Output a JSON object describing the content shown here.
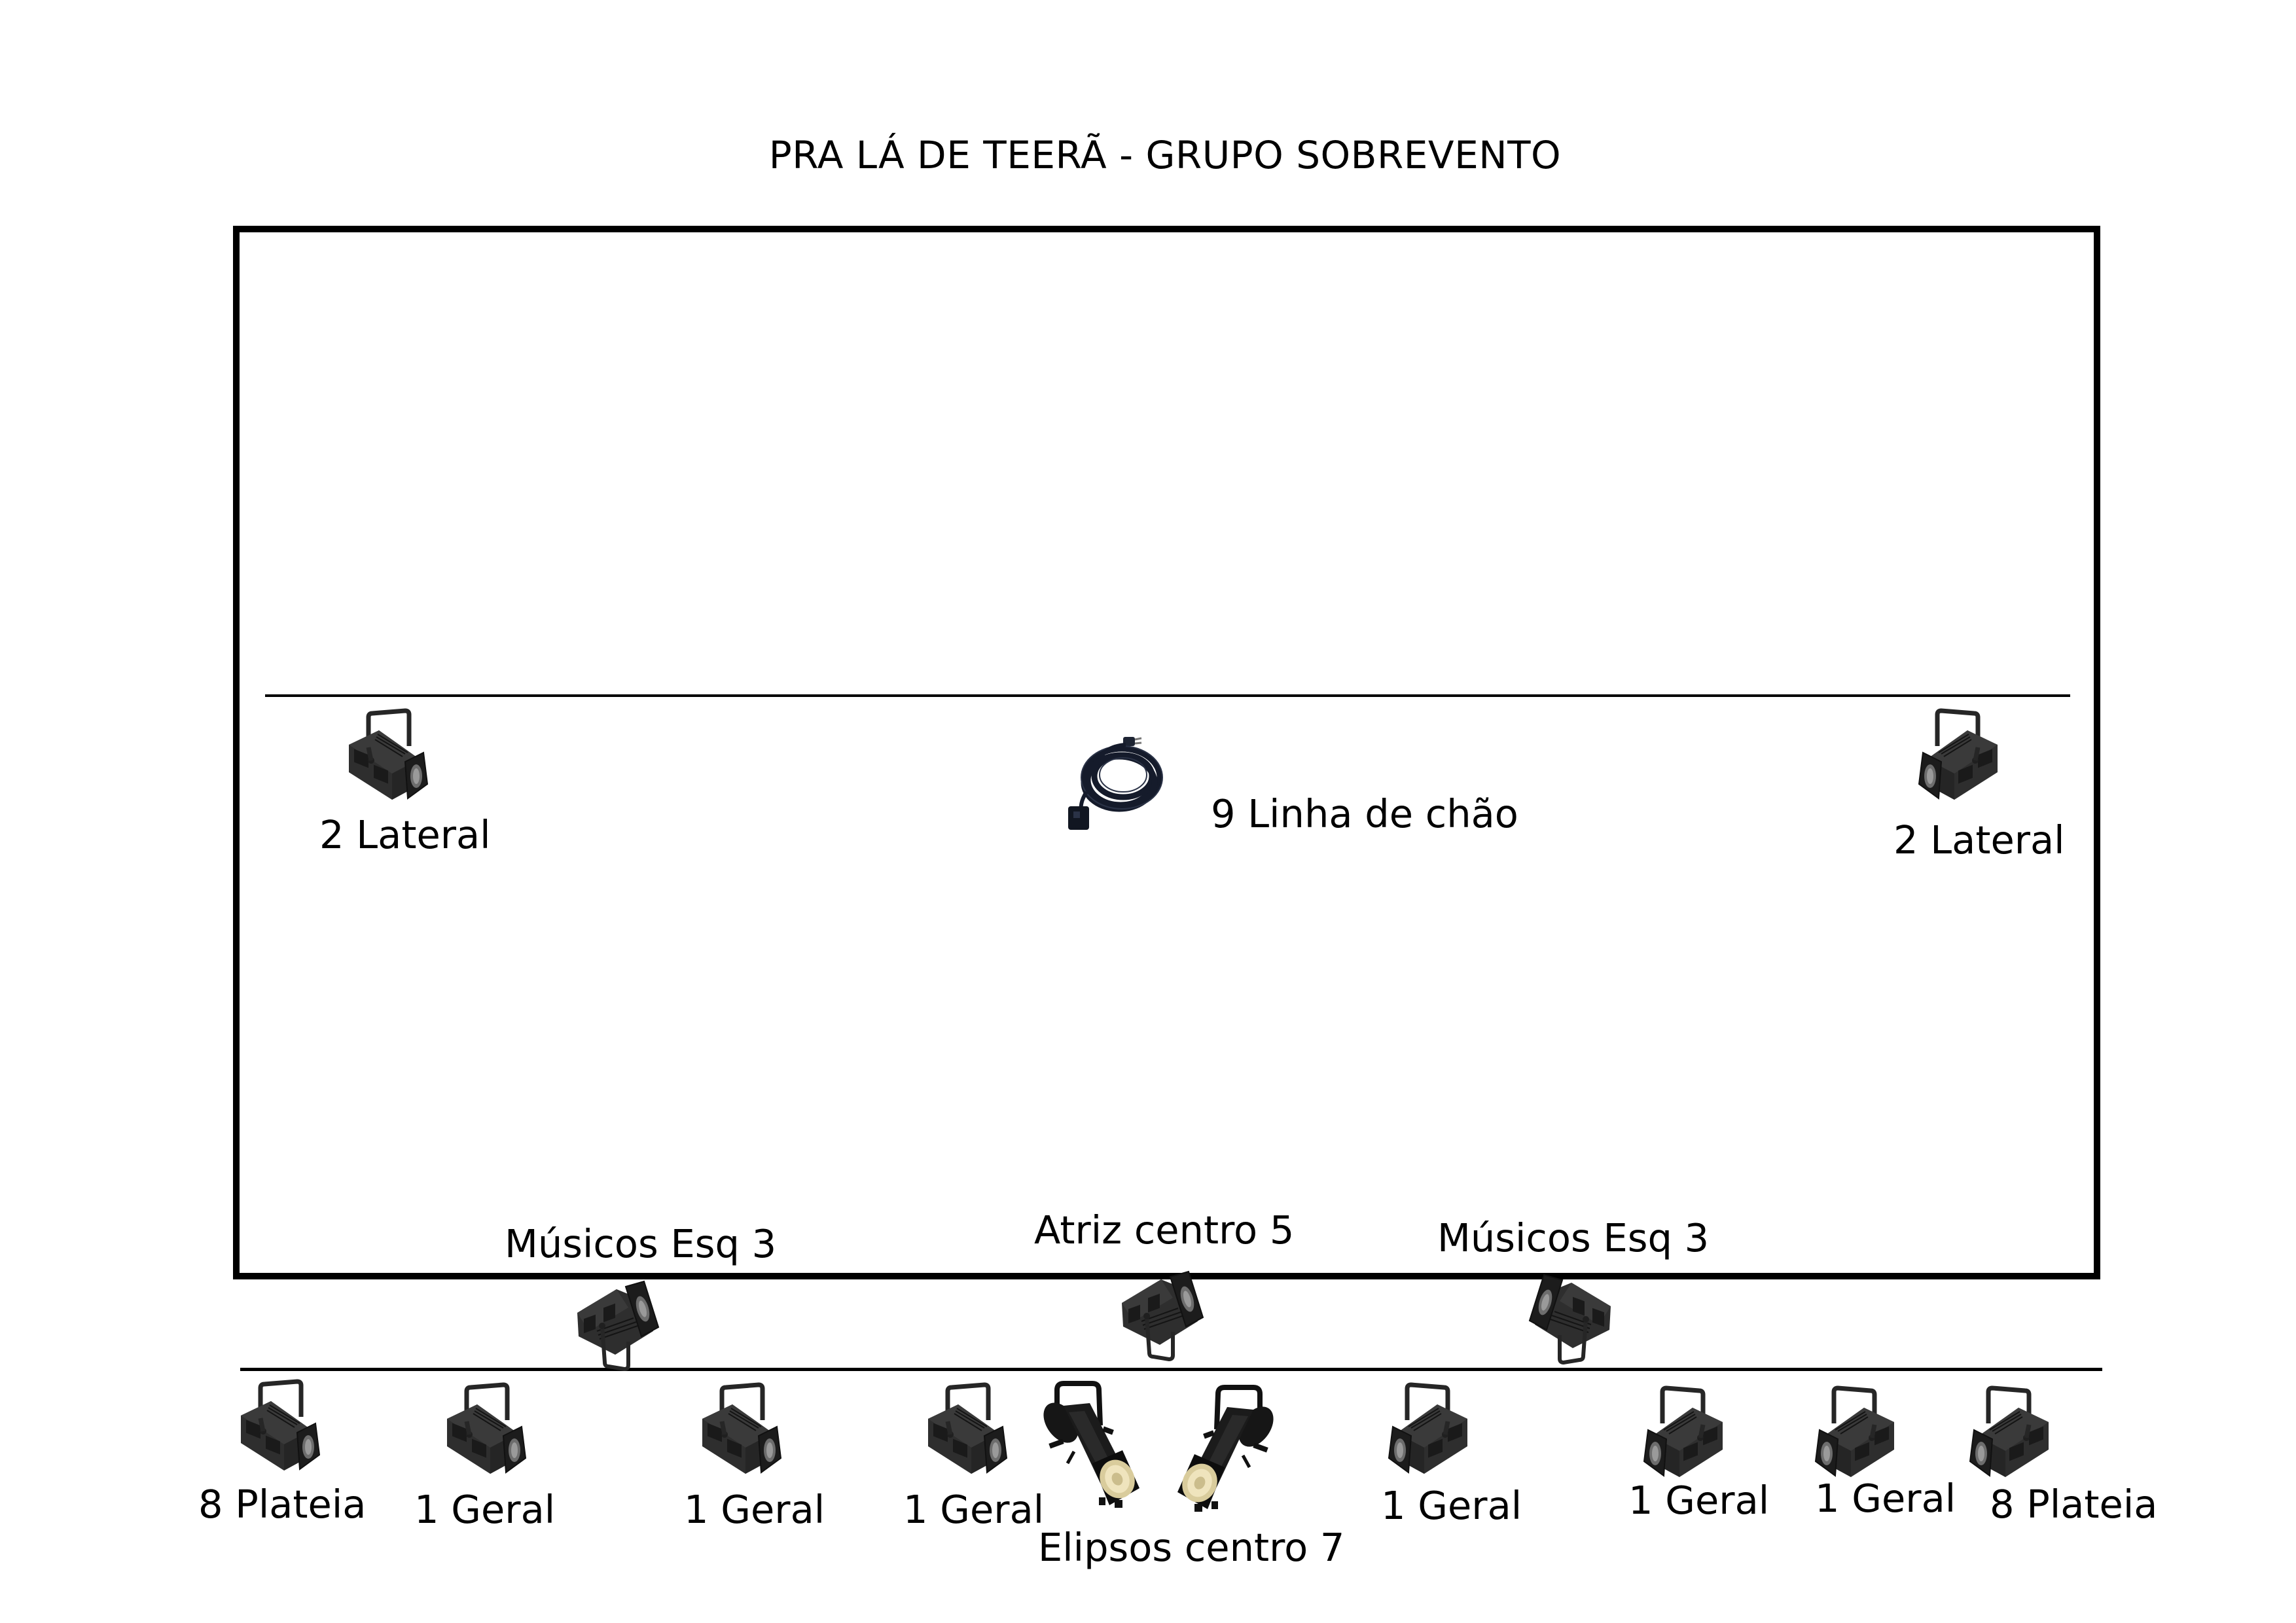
{
  "title": "PRA LÁ DE TEERÃ - GRUPO SOBREVENTO",
  "stage": {
    "upstage_batten": {
      "fixtures": [
        {
          "type": "fresnel",
          "icon": "fresnel-spotlight-icon",
          "label": "2 Lateral",
          "orientation": "facing-right"
        },
        {
          "type": "cable",
          "icon": "extension-cable-icon",
          "label": "9 Linha de chão"
        },
        {
          "type": "fresnel",
          "icon": "fresnel-spotlight-icon",
          "label": "2 Lateral",
          "orientation": "facing-left"
        }
      ]
    },
    "stage_edge_fixtures": [
      {
        "type": "fresnel",
        "icon": "fresnel-spotlight-icon",
        "label": "Músicos Esq 3",
        "orientation": "hanging-facing-right"
      },
      {
        "type": "fresnel",
        "icon": "fresnel-spotlight-icon",
        "label": "Atriz centro 5",
        "orientation": "hanging-facing-right"
      },
      {
        "type": "fresnel",
        "icon": "fresnel-spotlight-icon",
        "label": "Músicos Esq 3",
        "orientation": "hanging-facing-left"
      }
    ]
  },
  "front_batten": {
    "fixtures": [
      {
        "type": "fresnel",
        "icon": "fresnel-spotlight-icon",
        "label": "8 Plateia"
      },
      {
        "type": "fresnel",
        "icon": "fresnel-spotlight-icon",
        "label": "1 Geral"
      },
      {
        "type": "fresnel",
        "icon": "fresnel-spotlight-icon",
        "label": "1 Geral"
      },
      {
        "type": "fresnel",
        "icon": "fresnel-spotlight-icon",
        "label": "1 Geral"
      },
      {
        "type": "ellipsoidal",
        "icon": "ellipsoidal-spotlight-icon",
        "label": ""
      },
      {
        "type": "ellipsoidal",
        "icon": "ellipsoidal-spotlight-icon",
        "label": ""
      },
      {
        "type": "fresnel",
        "icon": "fresnel-spotlight-icon",
        "label": "1 Geral"
      },
      {
        "type": "fresnel",
        "icon": "fresnel-spotlight-icon",
        "label": "1 Geral"
      },
      {
        "type": "fresnel",
        "icon": "fresnel-spotlight-icon",
        "label": "1 Geral"
      },
      {
        "type": "fresnel",
        "icon": "fresnel-spotlight-icon",
        "label": "8 Plateia"
      }
    ],
    "ellipsoidal_group_label": "Elipsos centro 7"
  },
  "colors": {
    "line": "#000000",
    "fixture_body": "#2b2b2b",
    "cable": "#151b2b",
    "lens": "#e6d9ae"
  }
}
